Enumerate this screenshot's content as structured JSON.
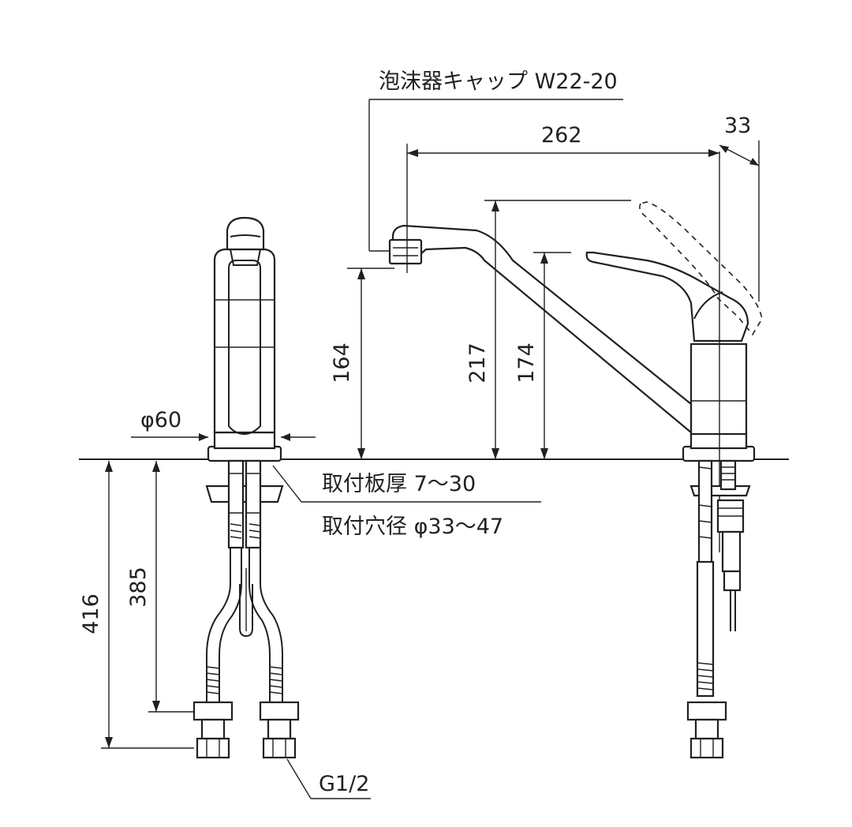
{
  "labels": {
    "aerator_cap": "泡沫器キャップ W22-20",
    "plate_thickness": "取付板厚 7～30",
    "mount_hole": "取付穴径 φ33～47",
    "thread": "G1/2"
  },
  "dimensions": {
    "width_262": "262",
    "width_33": "33",
    "height_164": "164",
    "height_217": "217",
    "height_174": "174",
    "diameter_60": "φ60",
    "length_416": "416",
    "length_385": "385"
  }
}
